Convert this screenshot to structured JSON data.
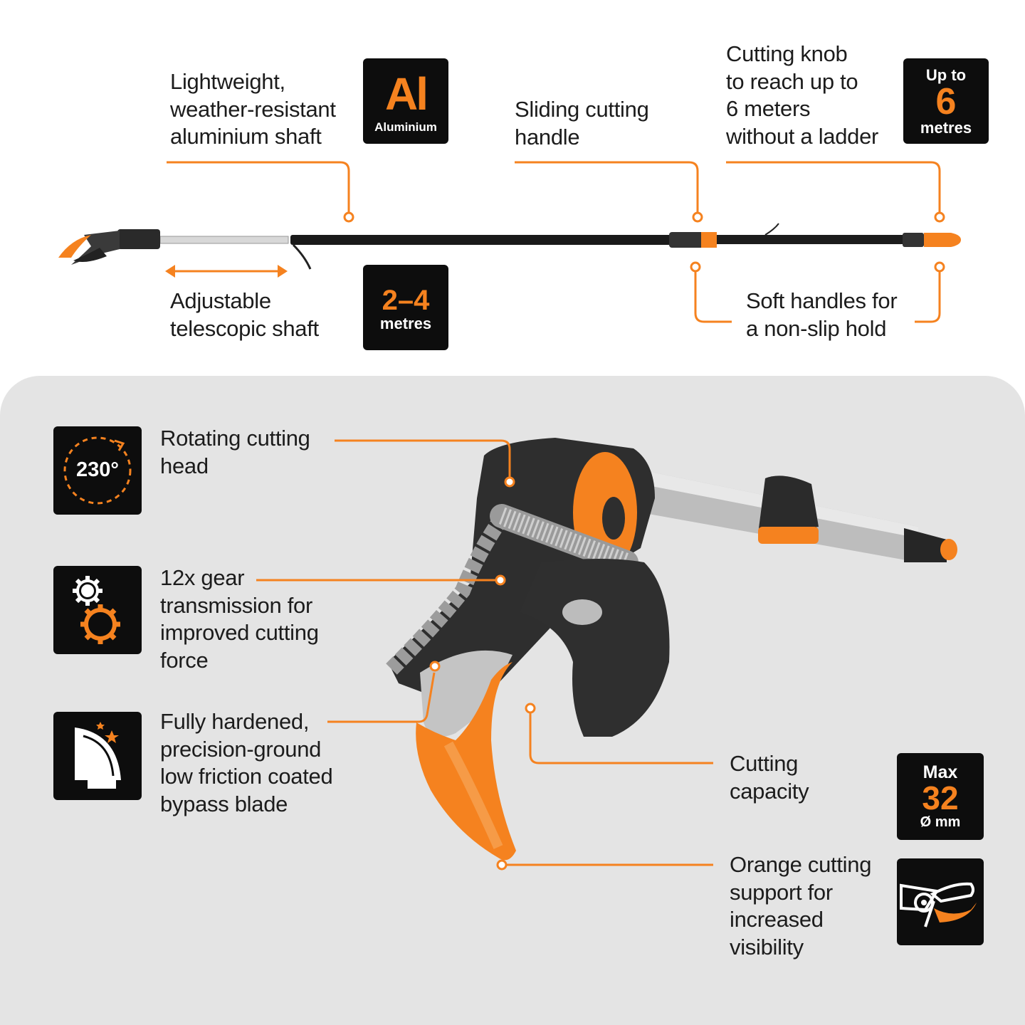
{
  "top": {
    "shaft_label": [
      "Lightweight,",
      "weather-resistant",
      "aluminium shaft"
    ],
    "sliding_label": [
      "Sliding cutting",
      "handle"
    ],
    "knob_label": [
      "Cutting knob",
      "to reach up to",
      "6 meters",
      "without a ladder"
    ],
    "telescopic_label": [
      "Adjustable",
      "telescopic shaft"
    ],
    "soft_label": [
      "Soft handles for",
      "a non-slip hold"
    ]
  },
  "badges": {
    "al": {
      "big": "Al",
      "small": "Aluminium"
    },
    "reach": {
      "top": "Up to",
      "big": "6",
      "bottom": "metres"
    },
    "length": {
      "big": "2–4",
      "bottom": "metres"
    },
    "capacity": {
      "top": "Max",
      "big": "32",
      "bottom": "Ø mm"
    }
  },
  "bottom": {
    "rotating_icon_text": "230°",
    "rotating_label": [
      "Rotating cutting",
      "head"
    ],
    "gear_label": [
      "12x gear",
      "transmission for",
      "improved cutting",
      "force"
    ],
    "blade_label": [
      "Fully hardened,",
      "precision-ground",
      "low friction coated",
      "bypass blade"
    ],
    "capacity_label": [
      "Cutting",
      "capacity"
    ],
    "support_label": [
      "Orange cutting",
      "support for",
      "increased",
      "visibility"
    ]
  },
  "colors": {
    "accent": "#f5821f",
    "badge_bg": "#0d0d0d",
    "panel_bg": "#e4e4e4"
  },
  "icons": [
    "rotation-icon",
    "gear-icon",
    "hardened-blade-icon",
    "cutting-support-icon"
  ]
}
